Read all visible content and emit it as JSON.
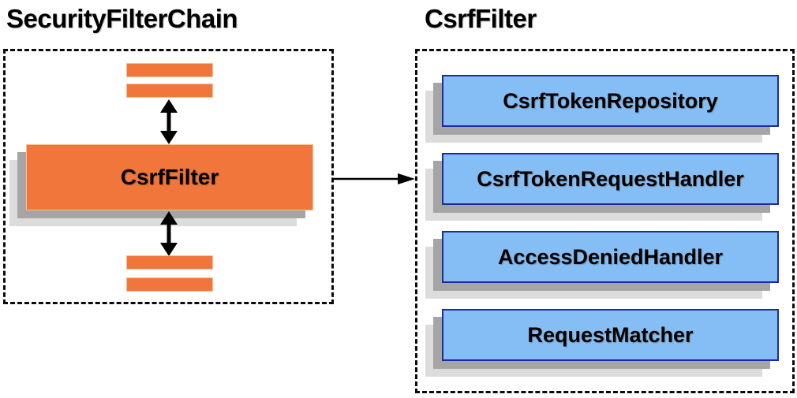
{
  "left_panel": {
    "title": "SecurityFilterChain",
    "filter_label": "CsrfFilter"
  },
  "right_panel": {
    "title": "CsrfFilter",
    "components": [
      "CsrfTokenRepository",
      "CsrfTokenRequestHandler",
      "AccessDeniedHandler",
      "RequestMatcher"
    ]
  },
  "colors": {
    "orange-fill": "#F0763B",
    "orange-border": "#F9BE93",
    "blue-fill": "#85BEF5",
    "blue-border": "#1B2D9E",
    "shadow-mid": "#A5A5A5",
    "shadow-light": "#DCDCDC",
    "arrow": "#000000"
  }
}
